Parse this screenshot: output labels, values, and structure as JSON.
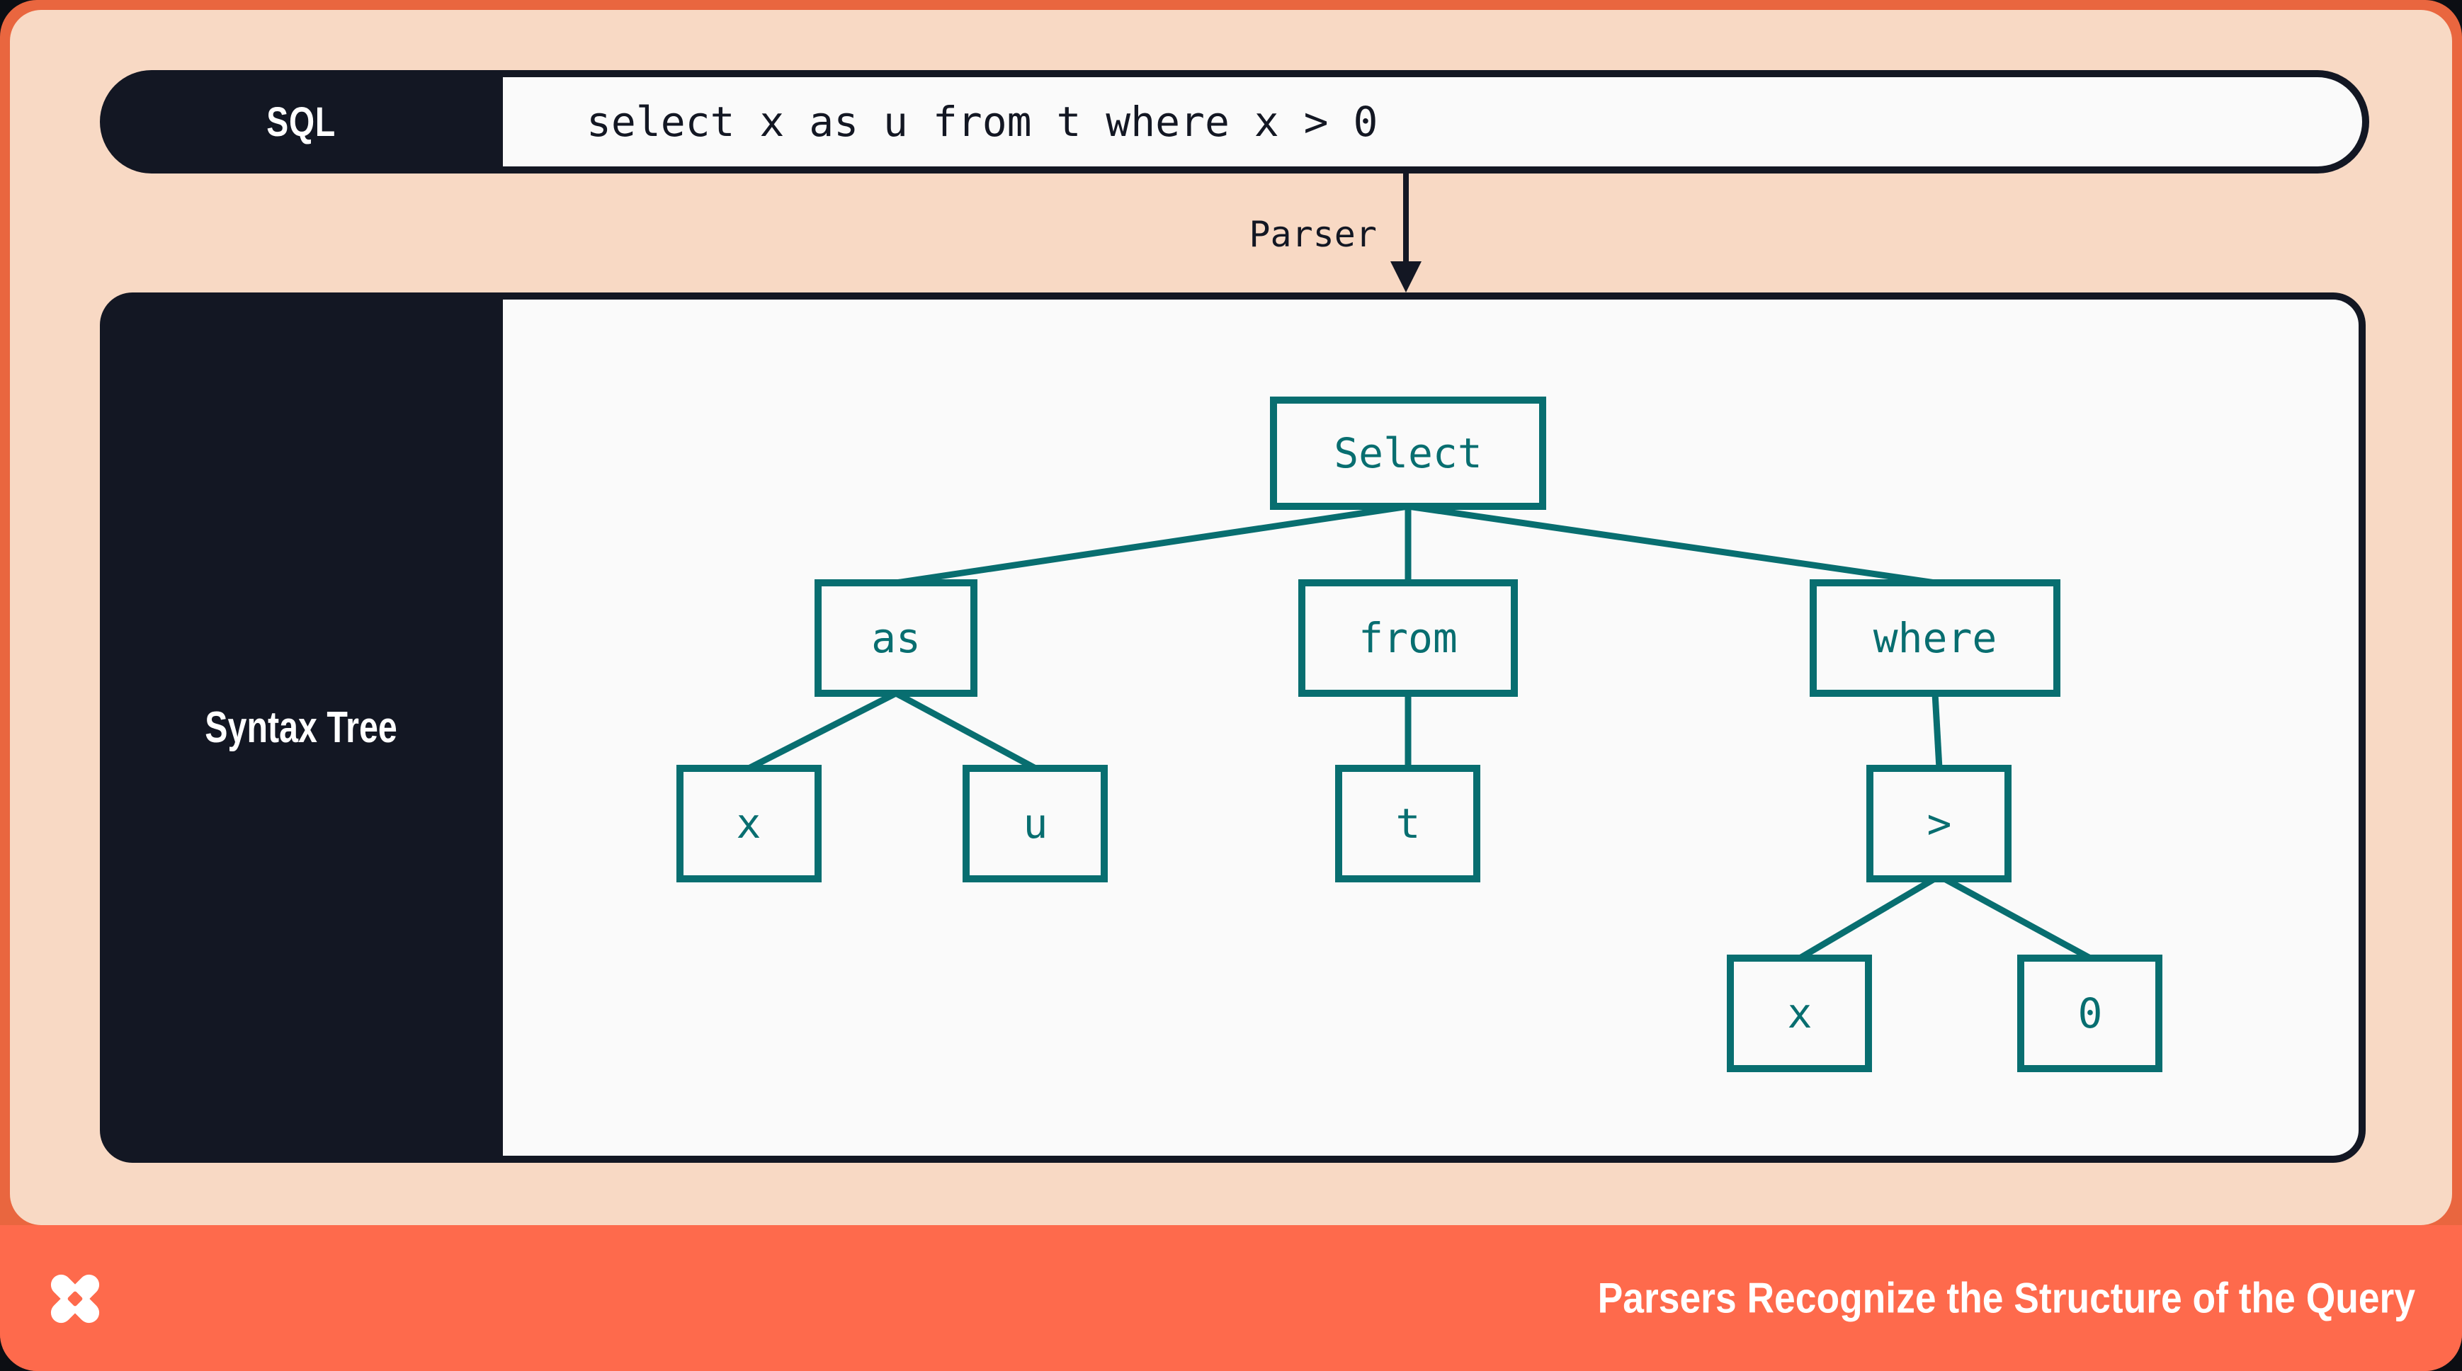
{
  "colors": {
    "frame_border": "#e9663f",
    "panel_bg": "#f8d9c4",
    "navy": "#131723",
    "teal": "#086e70",
    "box_bg": "#fafafa",
    "footer_bg": "#fe6a4c",
    "text_light": "#ffffff",
    "page_bg": "#0c0e13"
  },
  "sql_bar": {
    "label": "SQL",
    "query": "select x as u from t where x > 0"
  },
  "parser": {
    "label": "Parser"
  },
  "syntax_tree": {
    "label": "Syntax Tree",
    "nodes": [
      {
        "id": "select",
        "label": "Select"
      },
      {
        "id": "as",
        "label": "as"
      },
      {
        "id": "from",
        "label": "from"
      },
      {
        "id": "where",
        "label": "where"
      },
      {
        "id": "x-alias",
        "label": "x"
      },
      {
        "id": "u",
        "label": "u"
      },
      {
        "id": "t",
        "label": "t"
      },
      {
        "id": "gt",
        "label": ">"
      },
      {
        "id": "x-cond",
        "label": "x"
      },
      {
        "id": "zero",
        "label": "0"
      }
    ],
    "edges": [
      [
        "select",
        "as"
      ],
      [
        "select",
        "from"
      ],
      [
        "select",
        "where"
      ],
      [
        "as",
        "x-alias"
      ],
      [
        "as",
        "u"
      ],
      [
        "from",
        "t"
      ],
      [
        "where",
        "gt"
      ],
      [
        "gt",
        "x-cond"
      ],
      [
        "gt",
        "zero"
      ]
    ]
  },
  "footer": {
    "title": "Parsers Recognize the Structure of the Query",
    "logo": "dolt-logo"
  }
}
